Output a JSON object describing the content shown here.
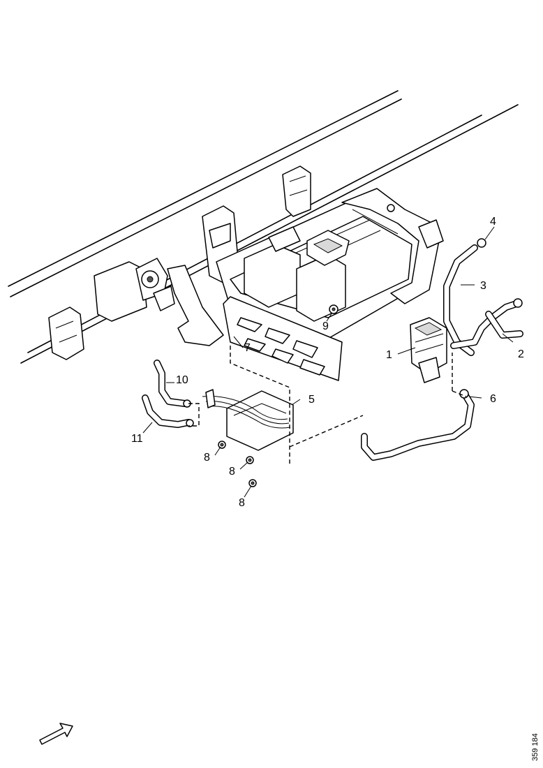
{
  "callouts": {
    "c1": "1",
    "c2": "2",
    "c3": "3",
    "c4": "4",
    "c5": "5",
    "c6": "6",
    "c7": "7",
    "c8a": "8",
    "c8b": "8",
    "c8c": "8",
    "c9": "9",
    "c10": "10",
    "c11": "11"
  },
  "reference_number": "359 184",
  "direction_arrow": "arrow-icon"
}
